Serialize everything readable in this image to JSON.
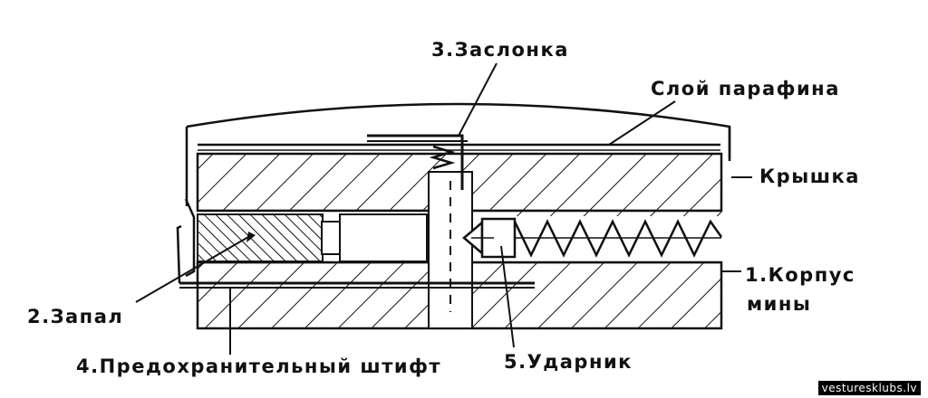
{
  "labels": {
    "zaslonka": "3.Заслонка",
    "parafin": "Слой парафина",
    "kryshka": "Крышка",
    "korpus_line1": "1.Корпус",
    "korpus_line2": "мины",
    "zapal": "2.Запал",
    "shtift": "4.Предохранительный штифт",
    "udarnik": "5.Ударник"
  },
  "watermark": "vesturesklubs.lv"
}
